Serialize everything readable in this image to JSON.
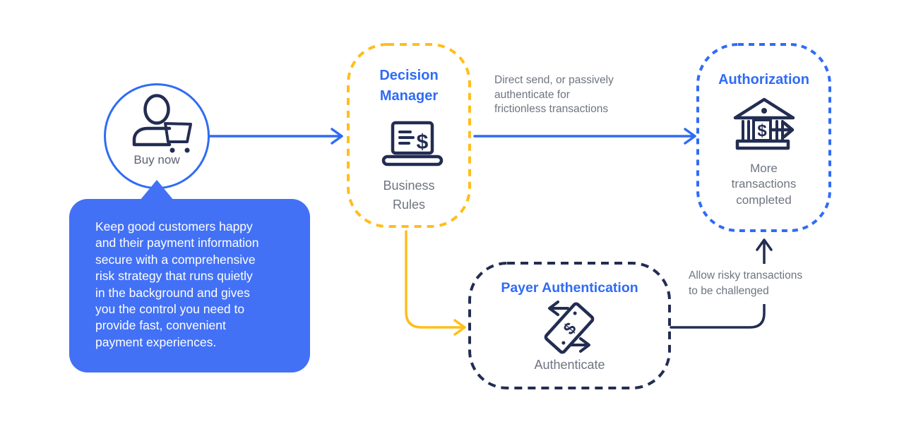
{
  "colors": {
    "accent_blue": "#2F6CF5",
    "bubble_blue": "#4271F6",
    "accent_yellow": "#FFBE1A",
    "dark_navy": "#232D52",
    "label_gray": "#6E7480",
    "buy_now_gray": "#5C6370",
    "background": "#FFFFFF"
  },
  "buy_now": {
    "label": "Buy now"
  },
  "bubble": {
    "lines": [
      "Keep good customers happy",
      "and their payment information",
      "secure with a comprehensive",
      "risk strategy that runs quietly",
      "in the background and gives",
      "you the control you need to",
      "provide fast, convenient",
      "payment experiences."
    ]
  },
  "decision_manager": {
    "title_lines": [
      "Decision",
      "Manager"
    ],
    "subtitle_lines": [
      "Business",
      "Rules"
    ]
  },
  "authorization": {
    "title": "Authorization",
    "subtitle_lines": [
      "More",
      "transactions",
      "completed"
    ]
  },
  "payer_authentication": {
    "title": "Payer Authentication",
    "subtitle": "Authenticate"
  },
  "flow_labels": {
    "direct_send_lines": [
      "Direct send, or passively",
      "authenticate for",
      "frictionless transactions"
    ],
    "allow_risky_lines": [
      "Allow risky transactions",
      "to be challenged"
    ]
  },
  "icons": {
    "dollar": "$"
  }
}
